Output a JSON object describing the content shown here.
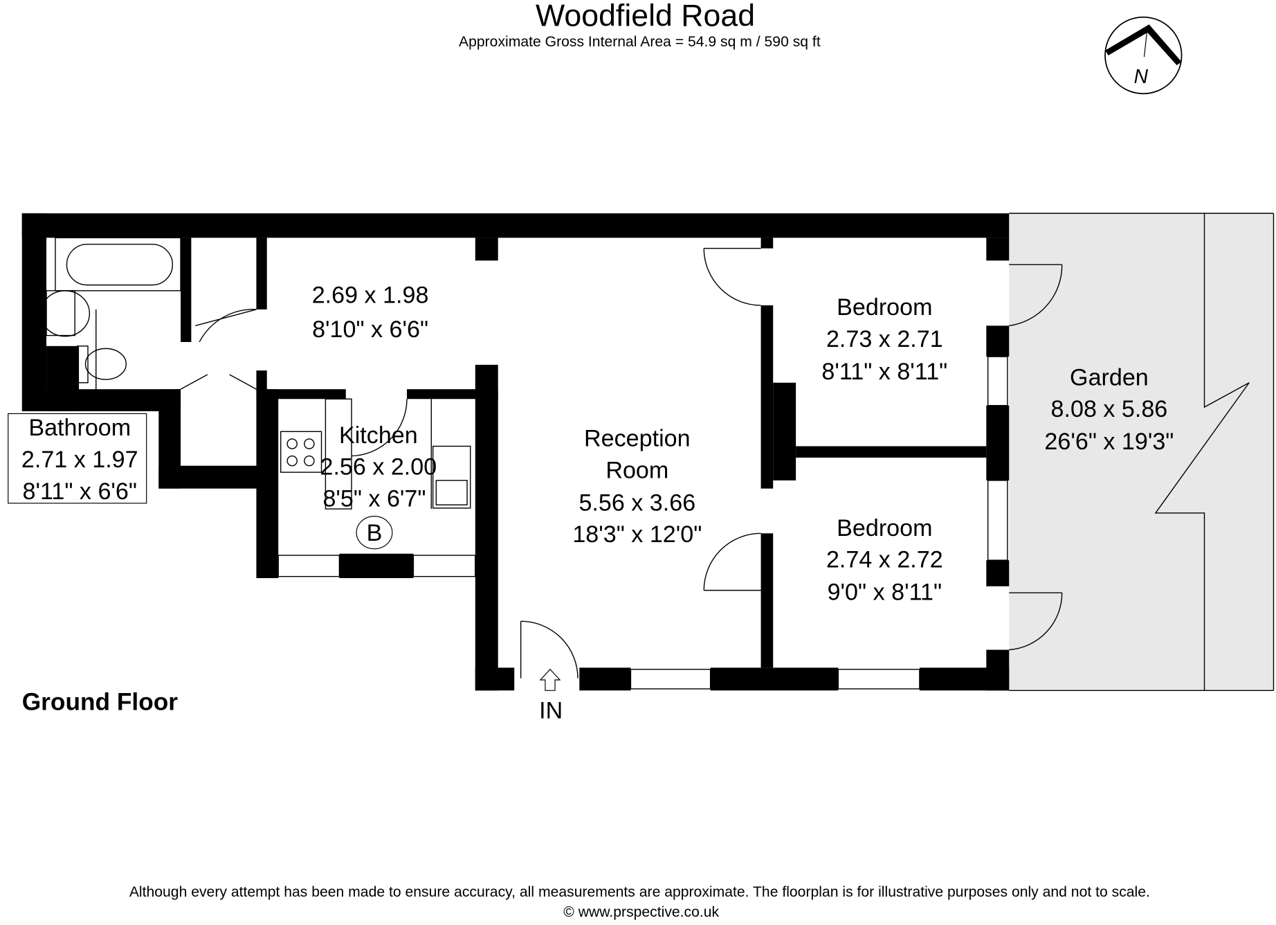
{
  "header": {
    "title": "Woodfield Road",
    "subtitle": "Approximate Gross Internal Area = 54.9 sq m / 590 sq ft"
  },
  "compass": {
    "label": "N"
  },
  "rooms": {
    "hall": {
      "metric": "2.69 x 1.98",
      "imperial": "8'10\" x 6'6\""
    },
    "bathroom": {
      "name": "Bathroom",
      "metric": "2.71 x 1.97",
      "imperial": "8'11\" x 6'6\""
    },
    "kitchen": {
      "name": "Kitchen",
      "metric": "2.56 x 2.00",
      "imperial": "8'5\" x 6'7\"",
      "boiler": "B"
    },
    "reception": {
      "name1": "Reception",
      "name2": "Room",
      "metric": "5.56 x 3.66",
      "imperial": "18'3\" x 12'0\""
    },
    "bedroom1": {
      "name": "Bedroom",
      "metric": "2.73 x 2.71",
      "imperial": "8'11\" x 8'11\""
    },
    "bedroom2": {
      "name": "Bedroom",
      "metric": "2.74 x 2.72",
      "imperial": "9'0\" x 8'11\""
    },
    "garden": {
      "name": "Garden",
      "metric": "8.08 x 5.86",
      "imperial": "26'6\" x 19'3\""
    }
  },
  "entrance": {
    "label": "IN"
  },
  "floor_label": "Ground Floor",
  "footer": {
    "disclaimer": "Although every attempt has been made to ensure accuracy, all measurements are approximate. The floorplan is for illustrative purposes only and not to scale.",
    "copyright": "© www.prspective.co.uk"
  }
}
